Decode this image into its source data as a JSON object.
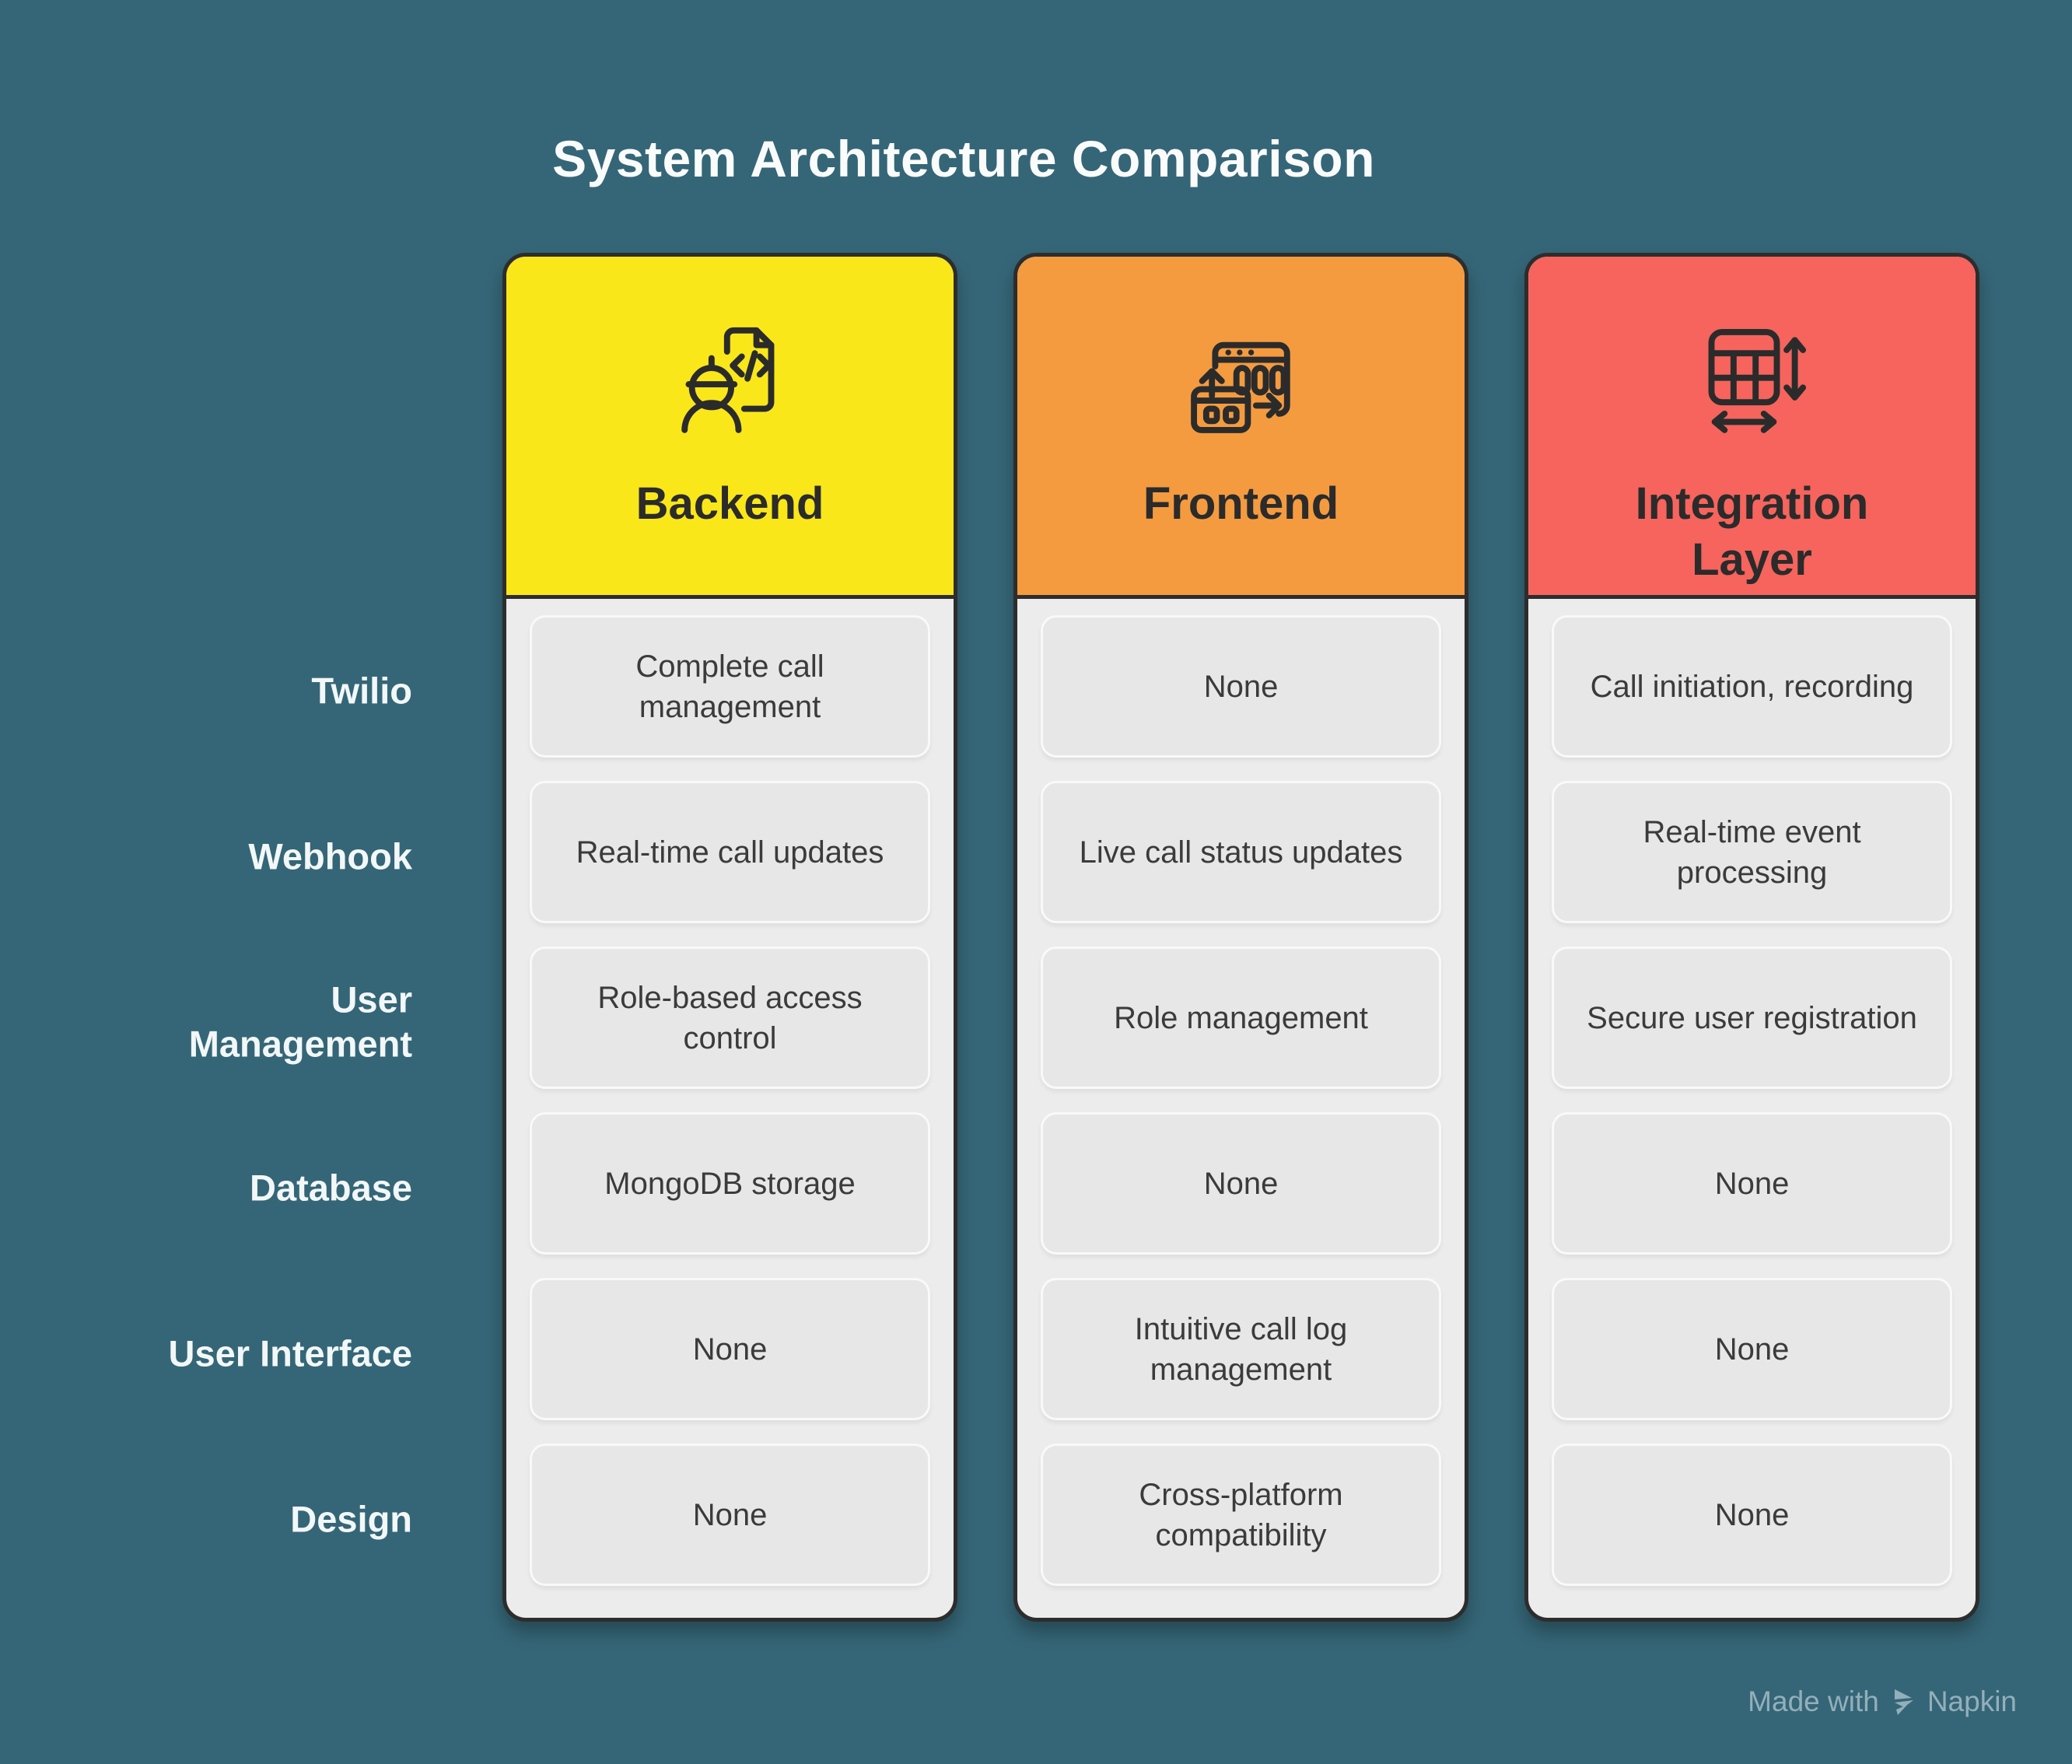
{
  "title": "System Architecture Comparison",
  "rows": [
    "Twilio",
    "Webhook",
    "User Management",
    "Database",
    "User Interface",
    "Design"
  ],
  "columns": [
    {
      "label": "Backend",
      "icon": "engineer-code-icon",
      "header_color": "#F9E71A",
      "cells": [
        "Complete call management",
        "Real-time call updates",
        "Role-based access control",
        "MongoDB storage",
        "None",
        "None"
      ]
    },
    {
      "label": "Frontend",
      "icon": "browser-transfer-icon",
      "header_color": "#F49B40",
      "cells": [
        "None",
        "Live call status updates",
        "Role management",
        "None",
        "Intuitive call log management",
        "Cross-platform compatibility"
      ]
    },
    {
      "label": "Integration Layer",
      "icon": "table-resize-icon",
      "header_color": "#F6645D",
      "cells": [
        "Call initiation, recording",
        "Real-time event processing",
        "Secure user registration",
        "None",
        "None",
        "None"
      ]
    }
  ],
  "watermark": {
    "prefix": "Made with",
    "brand": "Napkin"
  },
  "colors": {
    "background": "#356677",
    "card_border": "#2d2d2d",
    "card_body": "#ECECEC",
    "cell_fill": "#E7E7E7",
    "cell_border": "#F9F9F9",
    "backend_header": "#F9E71A",
    "frontend_header": "#F49B40",
    "integration_header": "#F6645D",
    "title_text": "#FAFCFC",
    "row_label_text": "#F2F7F8",
    "cell_text": "#3B3B3B",
    "header_text": "#2B2B2B",
    "watermark_text": "#93AFBA"
  }
}
